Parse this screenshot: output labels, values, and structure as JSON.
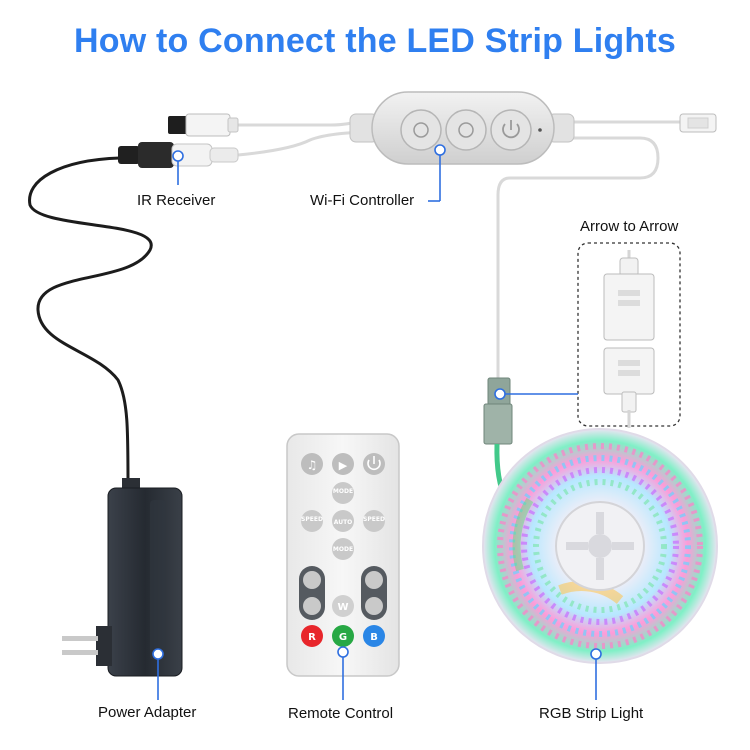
{
  "title": "How to Connect the LED Strip Lights",
  "labels": {
    "ir_receiver": "IR Receiver",
    "wifi_controller": "Wi-Fi Controller",
    "arrow_to_arrow": "Arrow to Arrow",
    "power_adapter": "Power Adapter",
    "remote_control": "Remote Control",
    "rgb_strip_light": "RGB Strip Light"
  },
  "remote": {
    "auto_label": "AUTO",
    "mode_label": "MODE",
    "speed_label": "SPEED",
    "w_label": "W",
    "r_label": "R",
    "g_label": "G",
    "b_label": "B"
  },
  "colors": {
    "title": "#2f7ff0",
    "callout": "#2f6fe0",
    "remote_red": "#e8262b",
    "remote_green": "#27a844",
    "remote_blue": "#2a86e6"
  }
}
